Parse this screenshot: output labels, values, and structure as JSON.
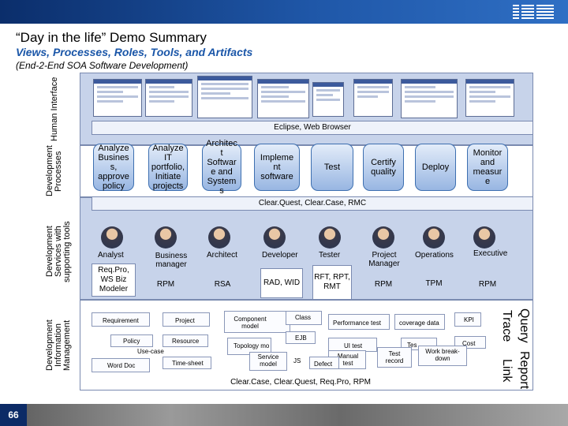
{
  "slide": {
    "title": "“Day in the life” Demo Summary",
    "subtitle": "Views, Processes, Roles, Tools, and Artifacts",
    "subtitle2": "(End-2-End SOA Software Development)",
    "page_number": "66",
    "logo_text": "IBM"
  },
  "colors": {
    "header_blue": "#1f57a8",
    "band_blue": "#c7d3ea",
    "subtitle_blue": "#1a56a8",
    "step_blue": "#98b6e2"
  },
  "left_labels": {
    "human_interface": "Human Interface",
    "dev_processes": [
      "Development",
      "Processes"
    ],
    "dev_services": [
      "Development",
      "Services with",
      "supporting tools"
    ],
    "dev_info": [
      "Development",
      "Information",
      "Management"
    ]
  },
  "right_labels": {
    "query": "Query",
    "trace": "Trace",
    "report": "Report",
    "link": "Link"
  },
  "bars": {
    "eclipse": "Eclipse, Web Browser",
    "clearquest": "Clear.Quest, Clear.Case, RMC",
    "bottom": "Clear.Case, Clear.Quest, Req.Pro, RPM"
  },
  "steps": [
    "Analyze Busines s, approve policy",
    "Analyze IT portfolio, Initiate projects",
    "Architec t Softwar e and System s",
    "Impleme nt software",
    "Test",
    "Certify quality",
    "Deploy",
    "Monitor and measur e"
  ],
  "roles": [
    "Analyst",
    "Business manager",
    "Architect",
    "Developer",
    "Tester",
    "Project Manager",
    "Operations",
    "Executive"
  ],
  "tools": [
    "Req.Pro, WS Biz Modeler",
    "RPM",
    "RSA",
    "RAD, WID",
    "RFT, RPT, RMT",
    "RPM",
    "TPM",
    "RPM"
  ],
  "artifacts": {
    "requirement": "Requirement",
    "project": "Project",
    "component_model": "Component model",
    "class": "Class",
    "performance_test": "Performance test",
    "coverage_data": "coverage data",
    "kpi": "KPI",
    "policy": "Policy",
    "resource": "Resource",
    "topology_model": "Topology mo",
    "ejb": "EJB",
    "ui_test": "UI test",
    "test_partial": "Tes",
    "cost": "Cost",
    "use_case": "Use-case",
    "work_breakdown": "Work break-down",
    "service_model": "Service model",
    "js": "JS",
    "manual_test": "Manual test",
    "defect": "Defect",
    "test_record": "Test record",
    "time_sheet": "Time-sheet",
    "word_doc": "Word Doc"
  }
}
